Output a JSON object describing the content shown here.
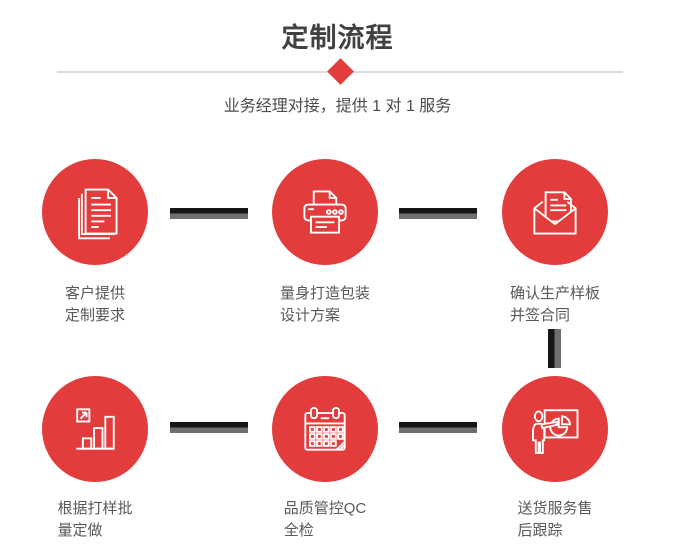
{
  "header": {
    "title": "定制流程",
    "subtitle": "业务经理对接，提供 1 对 1 服务"
  },
  "colors": {
    "accent_red": "#e23c3c",
    "title_text": "#414141",
    "subtitle_text": "#4c4c4c",
    "label_text": "#595959",
    "divider_line": "#dcdcdc",
    "connector_dark": "#161616",
    "connector_gray": "#6f6f6f",
    "icon_stroke": "#ffffff",
    "background": "#ffffff"
  },
  "steps": [
    {
      "icon": "documents-icon",
      "label_line1": "客户提供",
      "label_line2": "定制要求"
    },
    {
      "icon": "printer-icon",
      "label_line1": "量身打造包装",
      "label_line2": "设计方案"
    },
    {
      "icon": "envelope-icon",
      "label_line1": "确认生产样板",
      "label_line2": "并签合同"
    },
    {
      "icon": "bar-chart-icon",
      "label_line1": "根据打样批",
      "label_line2": "量定做"
    },
    {
      "icon": "calendar-icon",
      "label_line1": "品质管控QC",
      "label_line2": "全检"
    },
    {
      "icon": "presenter-icon",
      "label_line1": "送货服务售",
      "label_line2": "后跟踪"
    }
  ],
  "connectors": {
    "horizontal_count": 4,
    "vertical_count": 1
  }
}
